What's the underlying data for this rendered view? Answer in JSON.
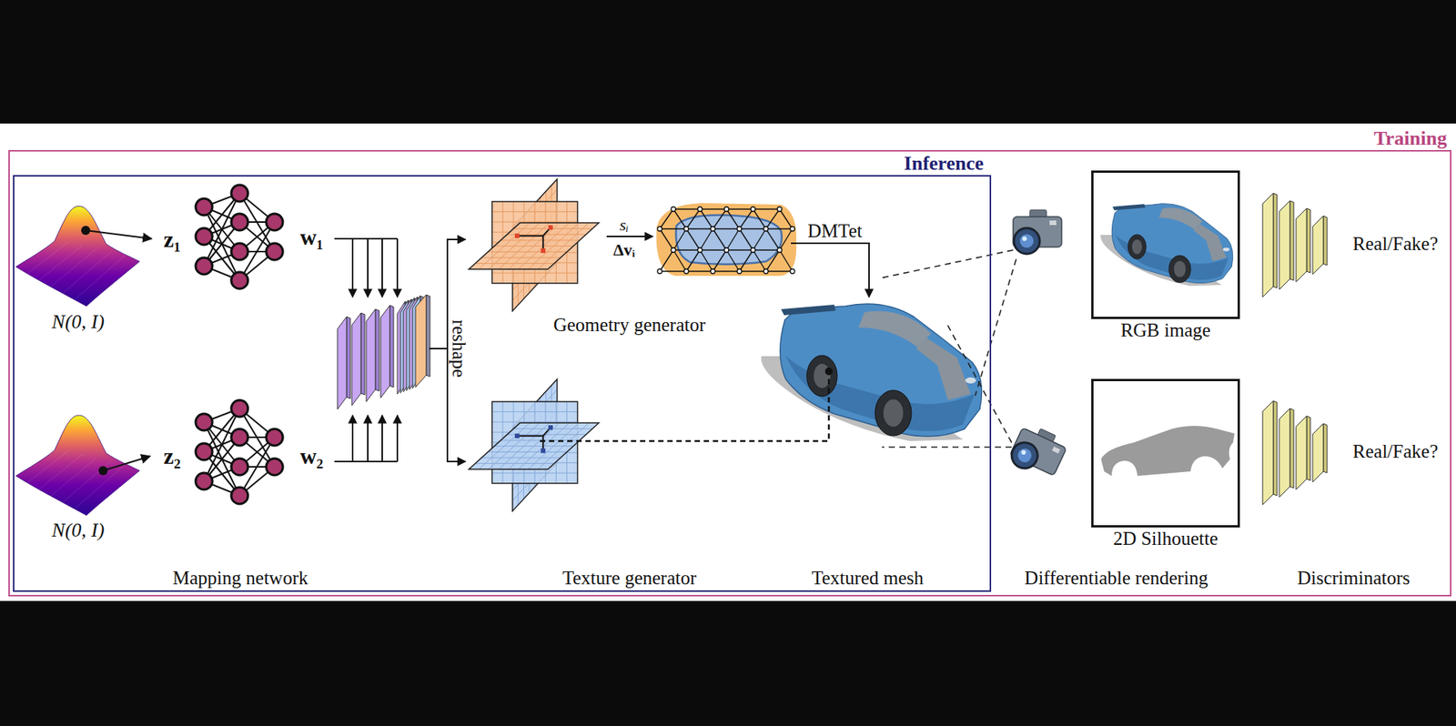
{
  "diagram": {
    "nodes": [
      {
        "text": [
          "Training"
        ]
      },
      {
        "text": [
          "Inference"
        ],
        "in": 0
      },
      {
        "text": [
          "RGB image"
        ],
        "in": 0
      },
      {
        "text": [
          "2D Silhouette"
        ],
        "in": 0
      }
    ],
    "labels": [
      "z₁",
      "w₁",
      "N(0, I)",
      "z₂",
      "w₂",
      "N(0, I)",
      "reshape",
      "sᵢ",
      "Δvᵢ",
      "DMTet",
      "Geometry generator",
      "Real/Fake?",
      "Real/Fake?",
      "Mapping network",
      "Texture generator",
      "Textured mesh",
      "Differentiable rendering",
      "Discriminators"
    ]
  }
}
